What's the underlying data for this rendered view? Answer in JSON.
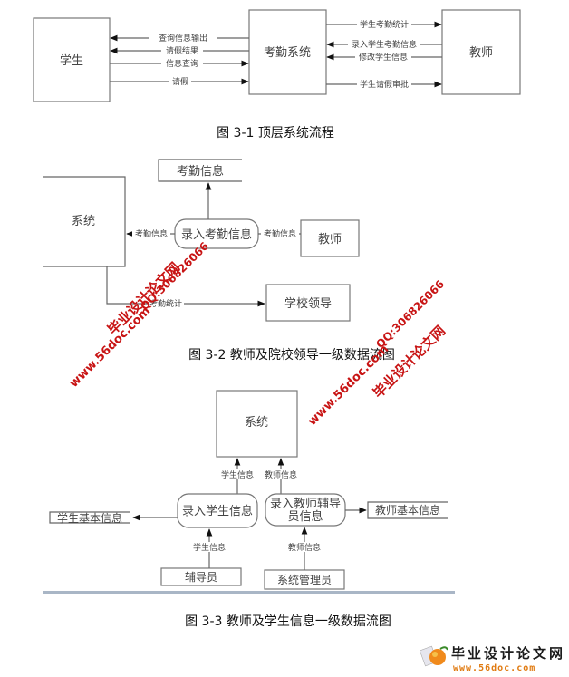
{
  "figure1": {
    "caption": "图 3-1 顶层系统流程",
    "entities": {
      "student": "学生",
      "system": "考勤系统",
      "teacher": "教师"
    },
    "flows_student_system": [
      {
        "label": "查询信息输出",
        "direction": "to-student"
      },
      {
        "label": "请假结果",
        "direction": "to-student"
      },
      {
        "label": "信息查询",
        "direction": "to-system"
      },
      {
        "label": "请假",
        "direction": "to-system"
      }
    ],
    "flows_system_teacher": [
      {
        "label": "学生考勤统计",
        "direction": "to-teacher"
      },
      {
        "label": "录入学生考勤信息",
        "direction": "to-system"
      },
      {
        "label": "修改学生信息",
        "direction": "to-system"
      },
      {
        "label": "学生请假审批",
        "direction": "to-teacher"
      }
    ]
  },
  "figure2": {
    "caption": "图 3-2  教师及院校领导一级数据流图",
    "system": "系统",
    "datastore": "考勤信息",
    "process": "录入考勤信息",
    "teacher": "教师",
    "leader": "学校领导",
    "flow_to_system": "考勤信息",
    "flow_from_teacher": "考勤信息",
    "flow_to_leader": "考勤统计"
  },
  "figure3": {
    "caption": "图 3-3  教师及学生信息一级数据流图",
    "system": "系统",
    "process_student": "录入学生信息",
    "process_teacher_line1": "录入教师辅导",
    "process_teacher_line2": "员信息",
    "store_student": "学生基本信息",
    "store_teacher": "教师基本信息",
    "counselor": "辅导员",
    "admin": "系统管理员",
    "flow_student_up": "学生信息",
    "flow_teacher_up": "教师信息",
    "flow_counselor": "学生信息",
    "flow_admin": "教师信息"
  },
  "watermarks": {
    "site_name": "毕业设计论文网",
    "url": "www.56doc.com",
    "qq": "QQ:306826066"
  },
  "logo": {
    "title": "毕业设计论文网",
    "url": "www.56doc.com"
  }
}
